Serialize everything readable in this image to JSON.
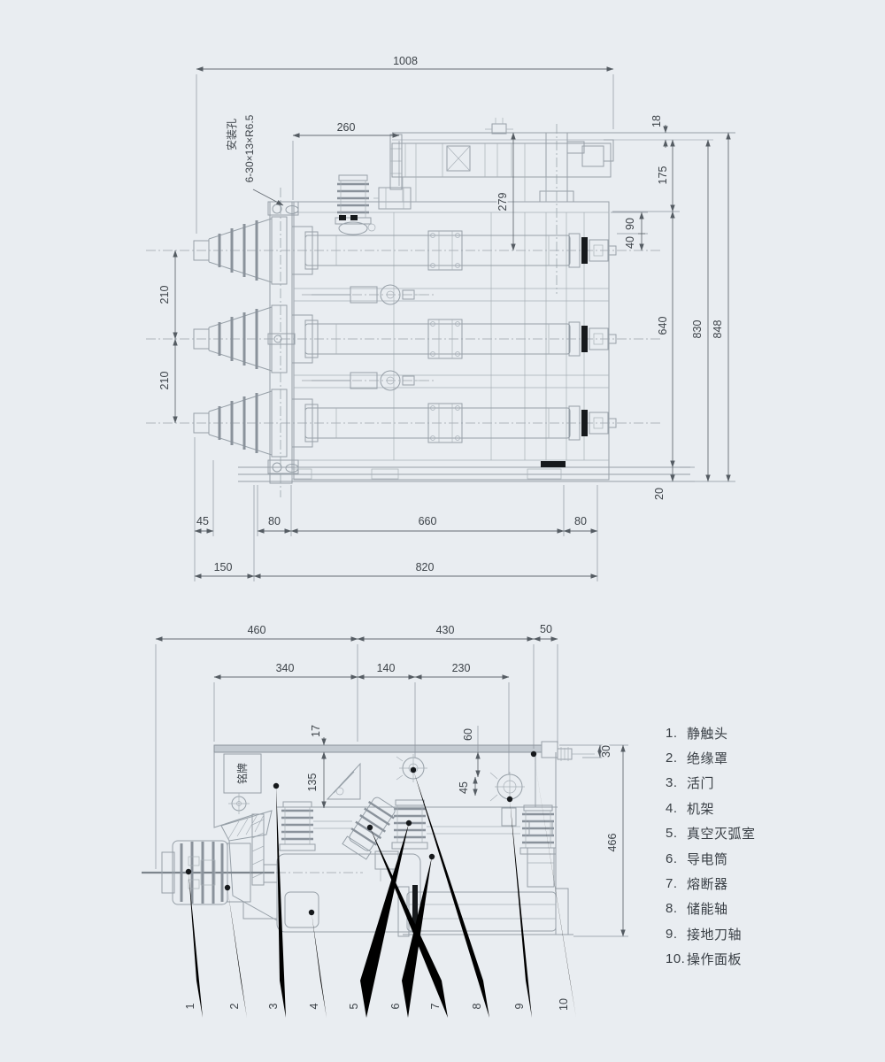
{
  "top_view": {
    "mounting_note_line1": "安装孔",
    "mounting_note_line2": "6-30×13×R6.5",
    "dims": {
      "w1008": "1008",
      "w260": "260",
      "h18": "18",
      "h175": "175",
      "h279": "279",
      "h90": "90",
      "h40": "40",
      "h830": "830",
      "h848": "848",
      "h640": "640",
      "h20": "20",
      "p210a": "210",
      "p210b": "210",
      "b45": "45",
      "b80l": "80",
      "b660": "660",
      "b80r": "80",
      "b150": "150",
      "b820": "820"
    }
  },
  "side_view": {
    "nameplate": "铭牌",
    "dims": {
      "w460": "460",
      "w430": "430",
      "w50": "50",
      "w340": "340",
      "w140": "140",
      "w230": "230",
      "t17": "17",
      "h60": "60",
      "h135": "135",
      "h45": "45",
      "h30": "30",
      "h466": "466"
    },
    "callouts": [
      "1",
      "2",
      "3",
      "4",
      "5",
      "6",
      "7",
      "8",
      "9",
      "10"
    ]
  },
  "legend": {
    "items": [
      {
        "num": "1.",
        "label": "静触头"
      },
      {
        "num": "2.",
        "label": "绝缘罩"
      },
      {
        "num": "3.",
        "label": "活门"
      },
      {
        "num": "4.",
        "label": "机架"
      },
      {
        "num": "5.",
        "label": "真空灭弧室"
      },
      {
        "num": "6.",
        "label": "导电筒"
      },
      {
        "num": "7.",
        "label": "熔断器"
      },
      {
        "num": "8.",
        "label": "储能轴"
      },
      {
        "num": "9.",
        "label": "接地刀轴"
      },
      {
        "num": "10.",
        "label": "操作面板"
      }
    ]
  }
}
